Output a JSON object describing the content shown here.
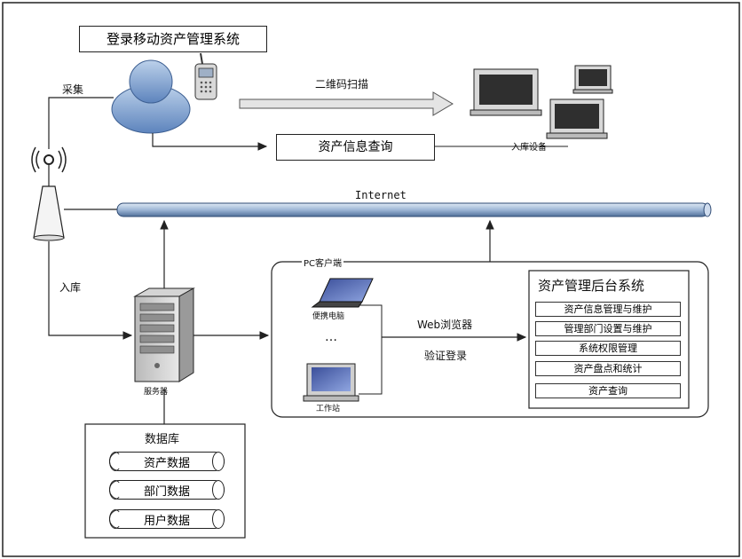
{
  "diagram": {
    "title": "登录移动资产管理系统",
    "collect_label": "采集",
    "qr_scan_label": "二维码扫描",
    "asset_query_label": "资产信息查询",
    "storage_device_label": "入库设备",
    "internet_label": "Internet",
    "storage_in_label": "入库",
    "server_label": "服务器",
    "pc_client_label": "PC客户端",
    "laptop_label": "便携电脑",
    "ellipsis": "…",
    "workstation_label": "工作站",
    "web_browser_label": "Web浏览器",
    "verify_login_label": "验证登录",
    "backend": {
      "title": "资产管理后台系统",
      "modules": [
        "资产信息管理与维护",
        "管理部门设置与维护",
        "系统权限管理",
        "资产盘点和统计",
        "资产查询"
      ]
    },
    "database": {
      "title": "数据库",
      "items": [
        "资产数据",
        "部门数据",
        "用户数据"
      ]
    }
  }
}
